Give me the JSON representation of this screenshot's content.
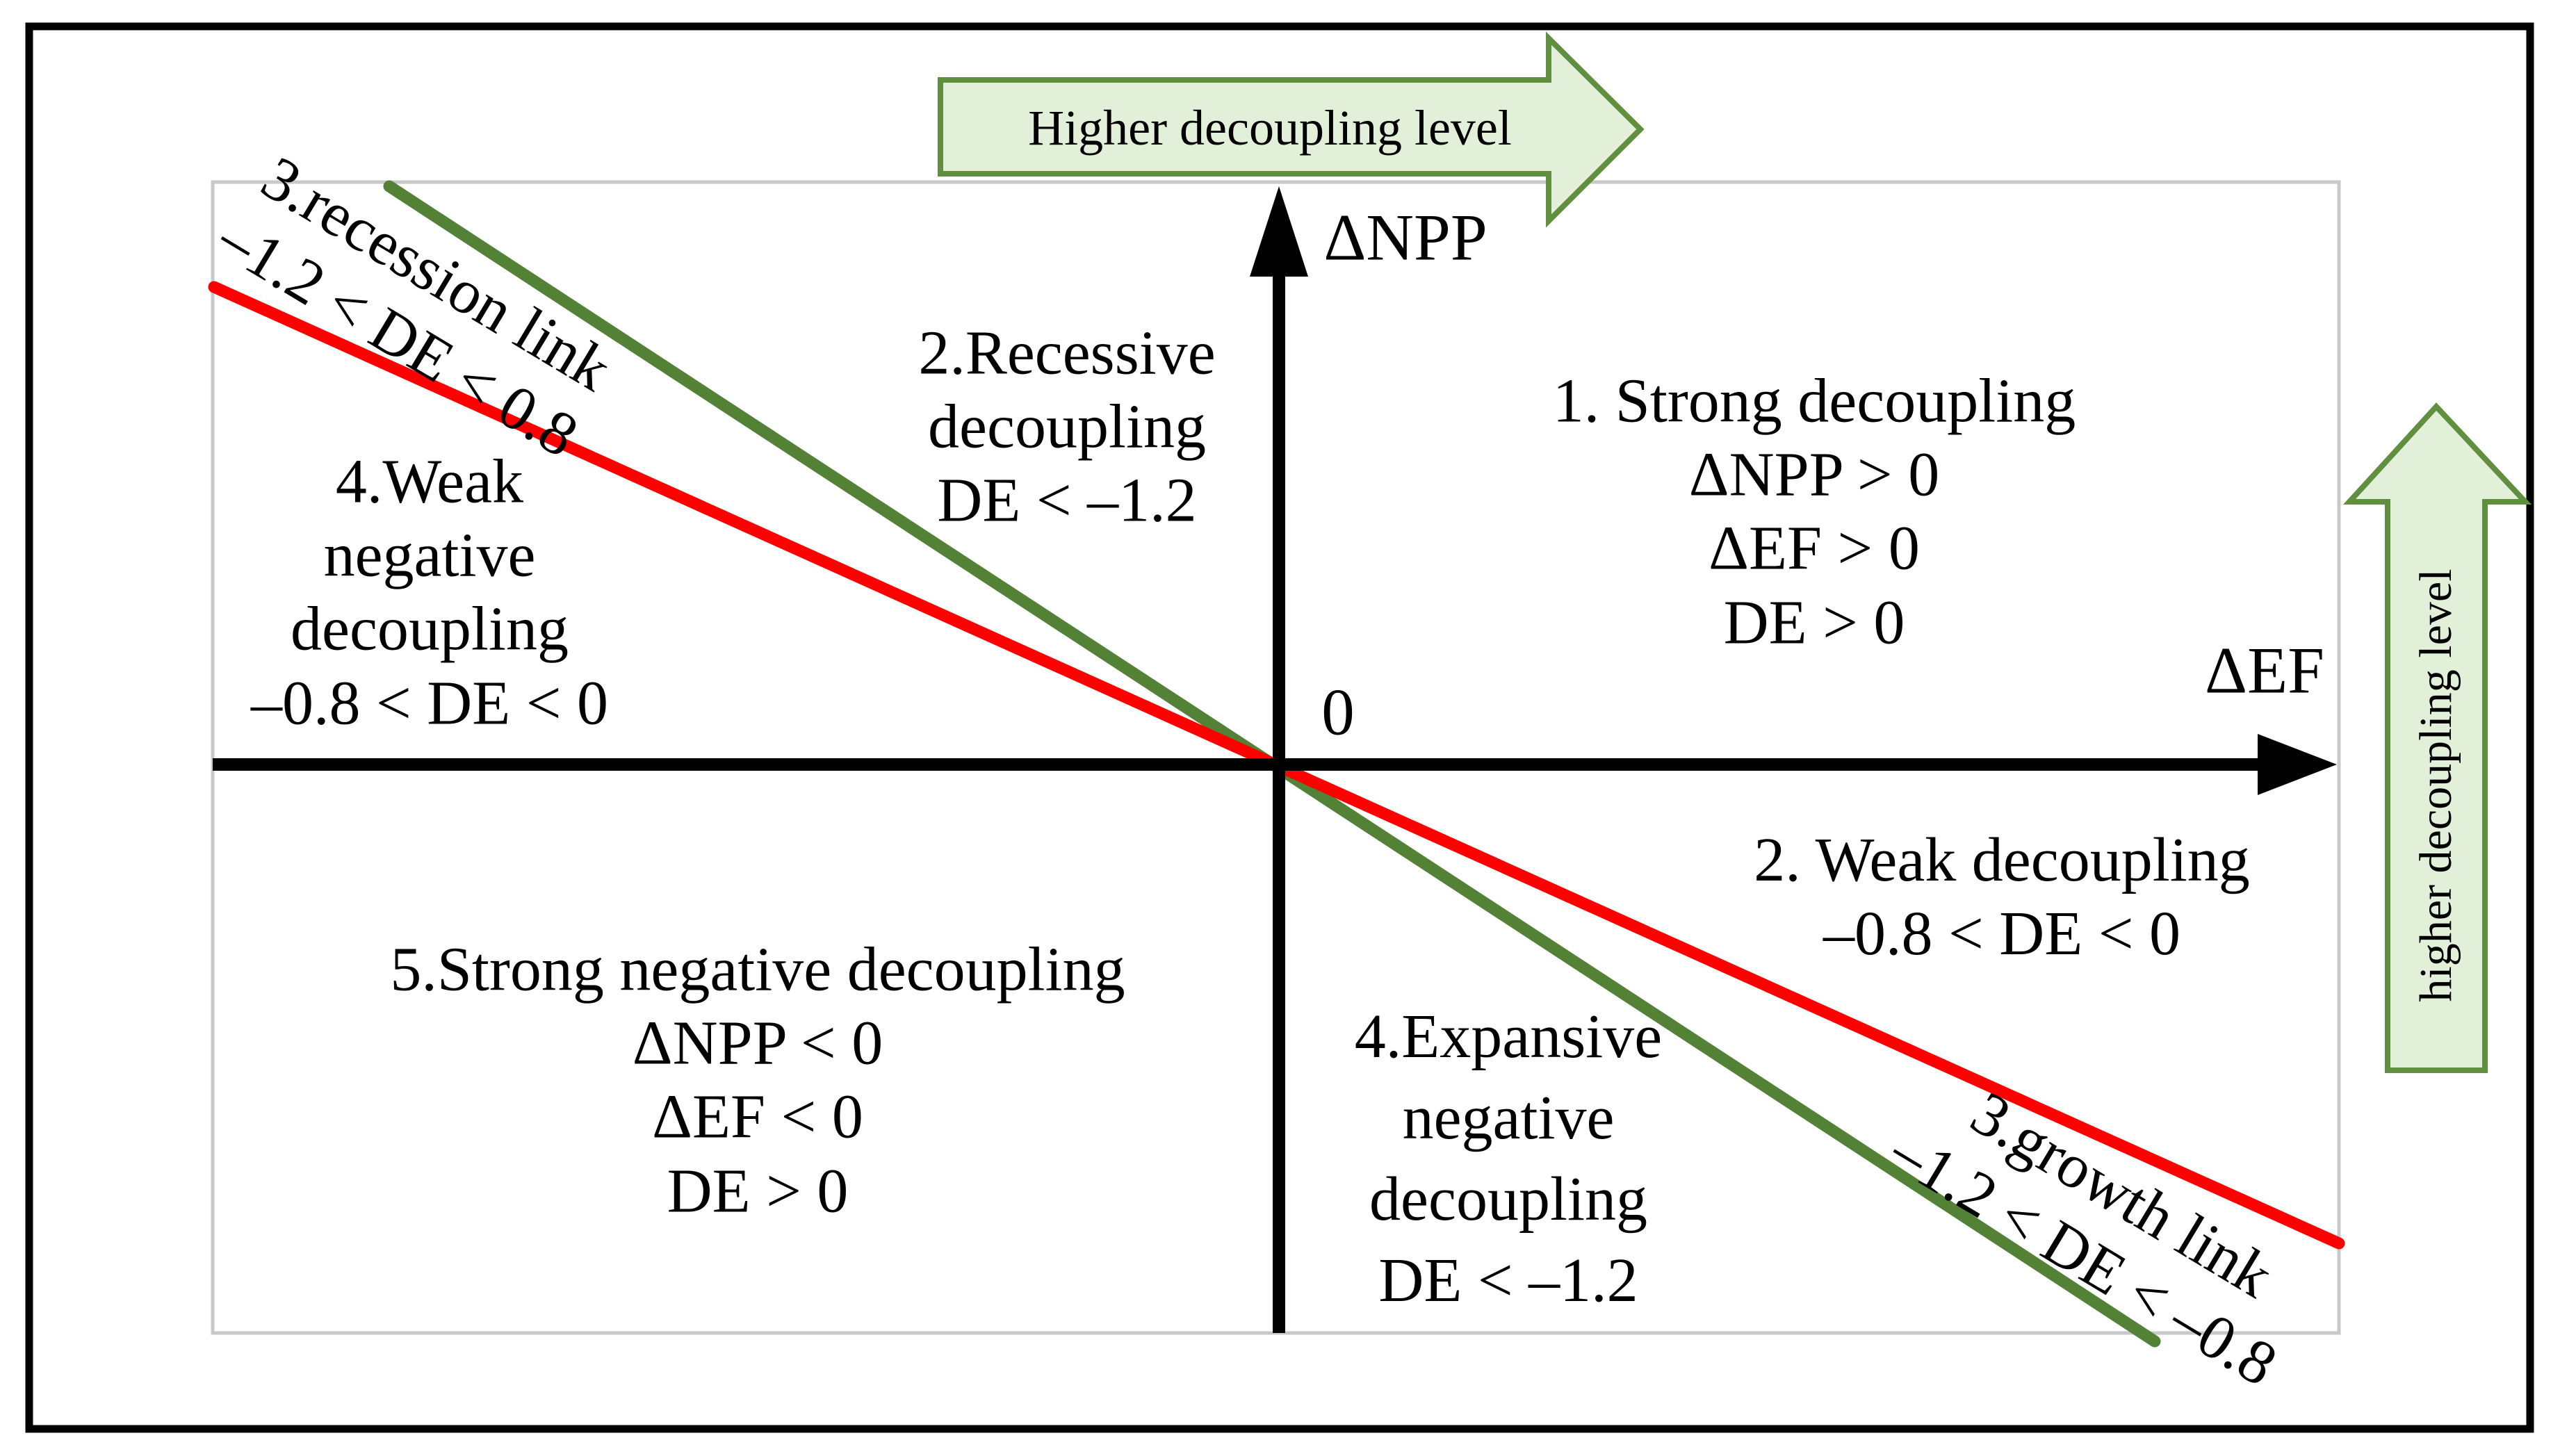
{
  "colors": {
    "red_line": "#FF0000",
    "green_line": "#538135",
    "arrow_fill": "#E2EFD9",
    "arrow_stroke": "#5F8F3F",
    "axis": "#000000",
    "plot_border": "#C8C8C8",
    "outer_border": "#000000"
  },
  "axes": {
    "y_label": "ΔNPP",
    "x_label": "ΔEF",
    "origin_label": "0"
  },
  "arrows": {
    "top_label": "Higher decoupling level",
    "right_label": "higher decoupling level"
  },
  "regions": {
    "recession_link": "3.recession link\n–1.2 < DE < 0.8",
    "recessive_decoupling": "2.Recessive\ndecoupling\nDE < –1.2",
    "strong_decoupling": "1. Strong decoupling\nΔNPP > 0\nΔEF > 0\nDE > 0",
    "weak_negative_decoupling": "4.Weak\nnegative\ndecoupling\n–0.8 < DE < 0",
    "weak_decoupling": "2. Weak decoupling\n–0.8 < DE < 0",
    "strong_negative_decoupling": "5.Strong negative decoupling\nΔNPP < 0\nΔEF < 0\nDE > 0",
    "expansive_negative_decoupling": "4.Expansive\nnegative\ndecoupling\nDE < –1.2",
    "growth_link": "3.growth link\n–1.2 < DE < –0.8"
  }
}
